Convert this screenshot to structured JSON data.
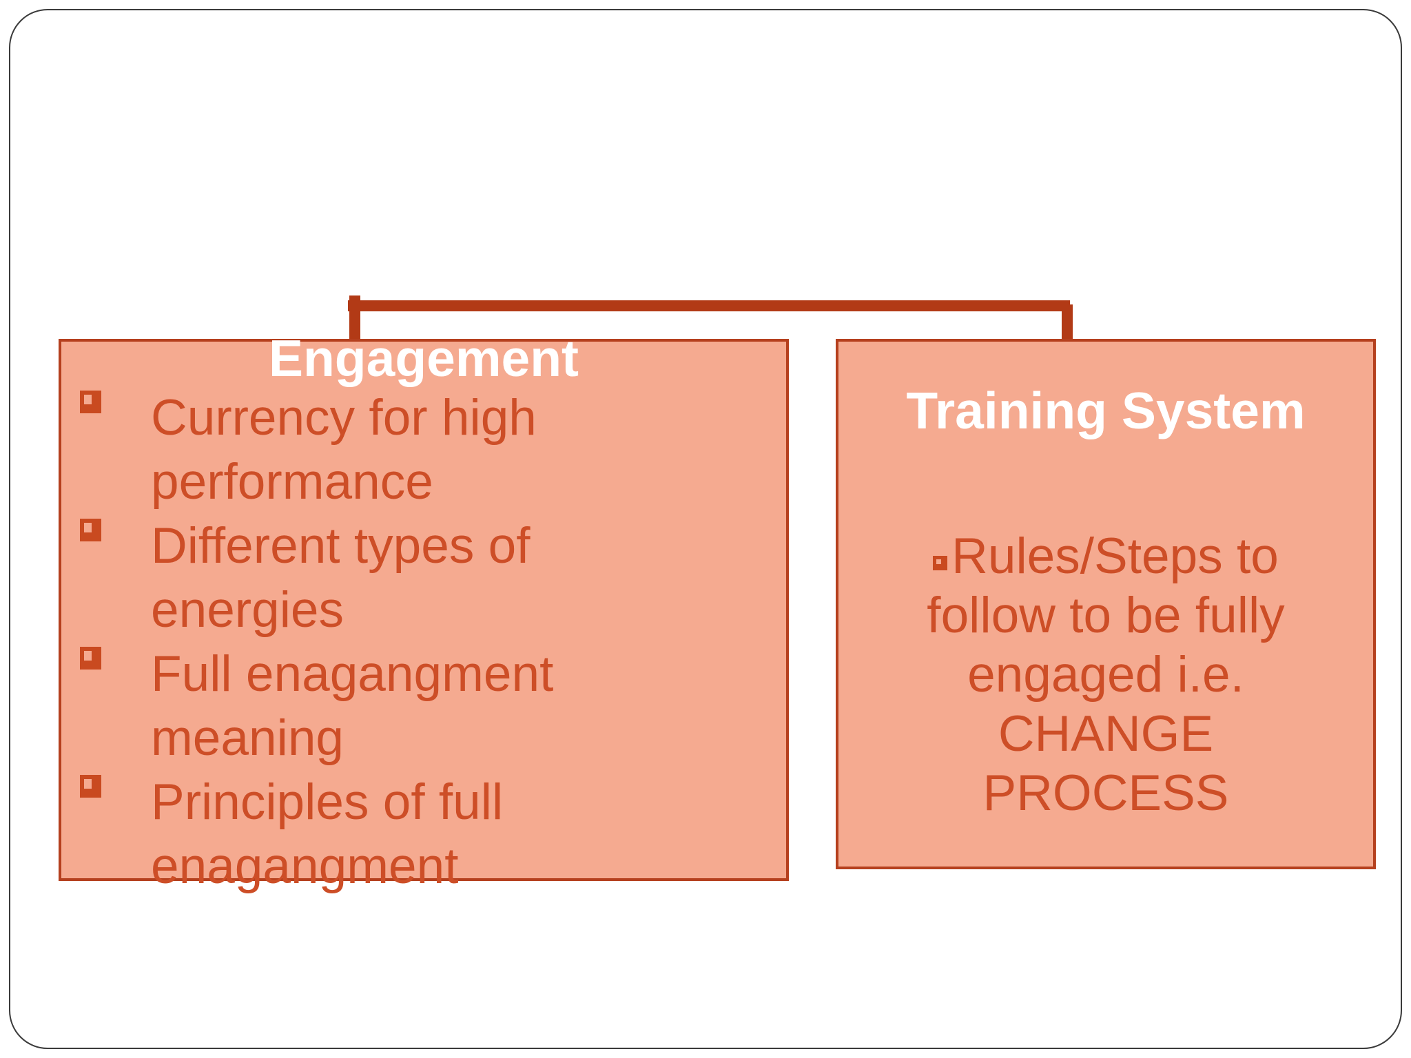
{
  "left_box": {
    "title": "Engagement",
    "items": [
      "Currency for high performance",
      "Different types of energies",
      "Full enagangment meaning",
      "Principles of full enagangment"
    ]
  },
  "right_box": {
    "title": "Training System",
    "lines": [
      "Rules/Steps to",
      "follow to be fully",
      "engaged i.e.",
      "CHANGE",
      "PROCESS"
    ]
  },
  "icons": {
    "bullet": "shadowed-square-bullet-icon"
  },
  "colors": {
    "box_fill": "#F5AA90",
    "box_border": "#B5401E",
    "body_text": "#CD4E27",
    "bullet_square": "#C94A20",
    "connector": "#B23A16",
    "slide_frame": "#3A3A3A",
    "title_text": "#FFFFFF"
  }
}
